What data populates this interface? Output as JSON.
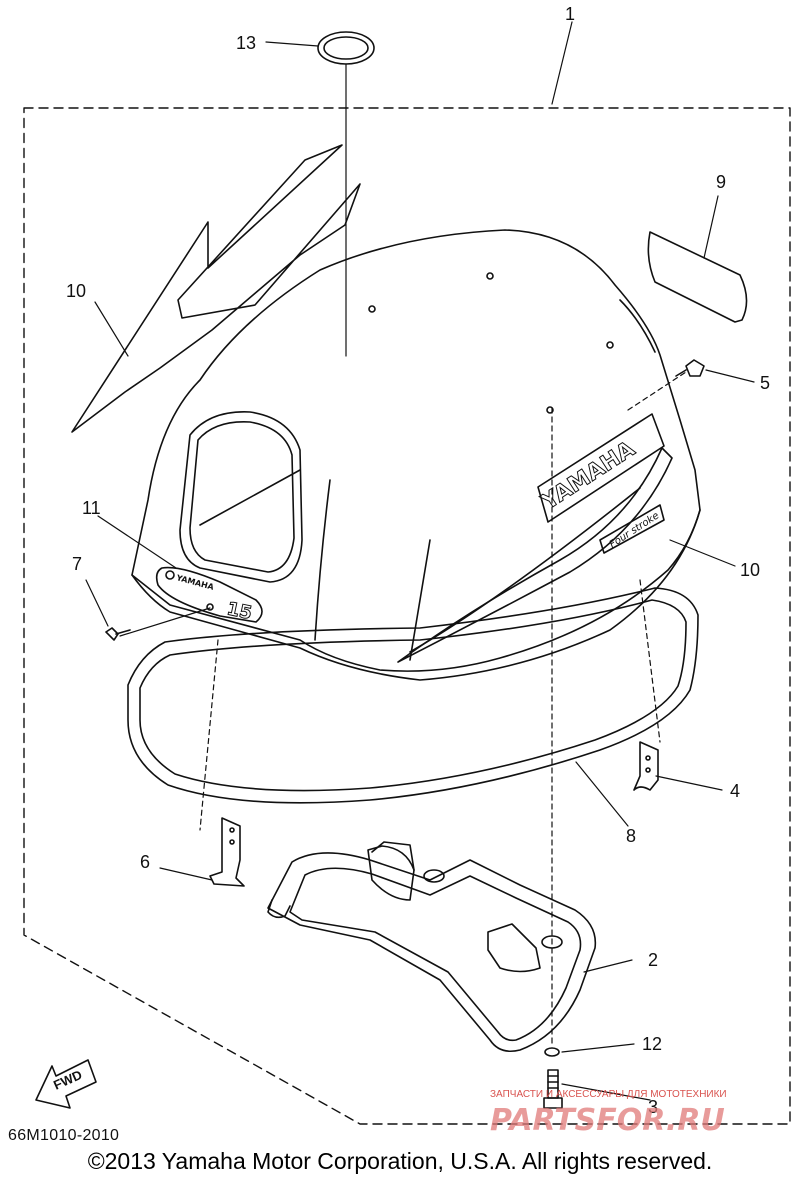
{
  "callouts": {
    "n1": "1",
    "n2": "2",
    "n3": "3",
    "n4": "4",
    "n5": "5",
    "n6": "6",
    "n7": "7",
    "n8": "8",
    "n9": "9",
    "n10a": "10",
    "n10b": "10",
    "n11": "11",
    "n12": "12",
    "n13": "13"
  },
  "decals": {
    "brand": "YAMAHA",
    "brand_small": "YAMAHA",
    "model_number": "15",
    "four_stroke": "Four stroke"
  },
  "fwd_label": "FWD",
  "diagram_code": "66M1010-2010",
  "copyright": "©2013 Yamaha Motor Corporation, U.S.A. All rights reserved.",
  "watermark": {
    "line1": "ЗАПЧАСТИ И АКСЕССУАРЫ ДЛЯ МОТОТЕХНИКИ",
    "line2": "PARTSFOR.RU"
  },
  "colors": {
    "ink": "#111111",
    "watermark": "#e07a78"
  }
}
